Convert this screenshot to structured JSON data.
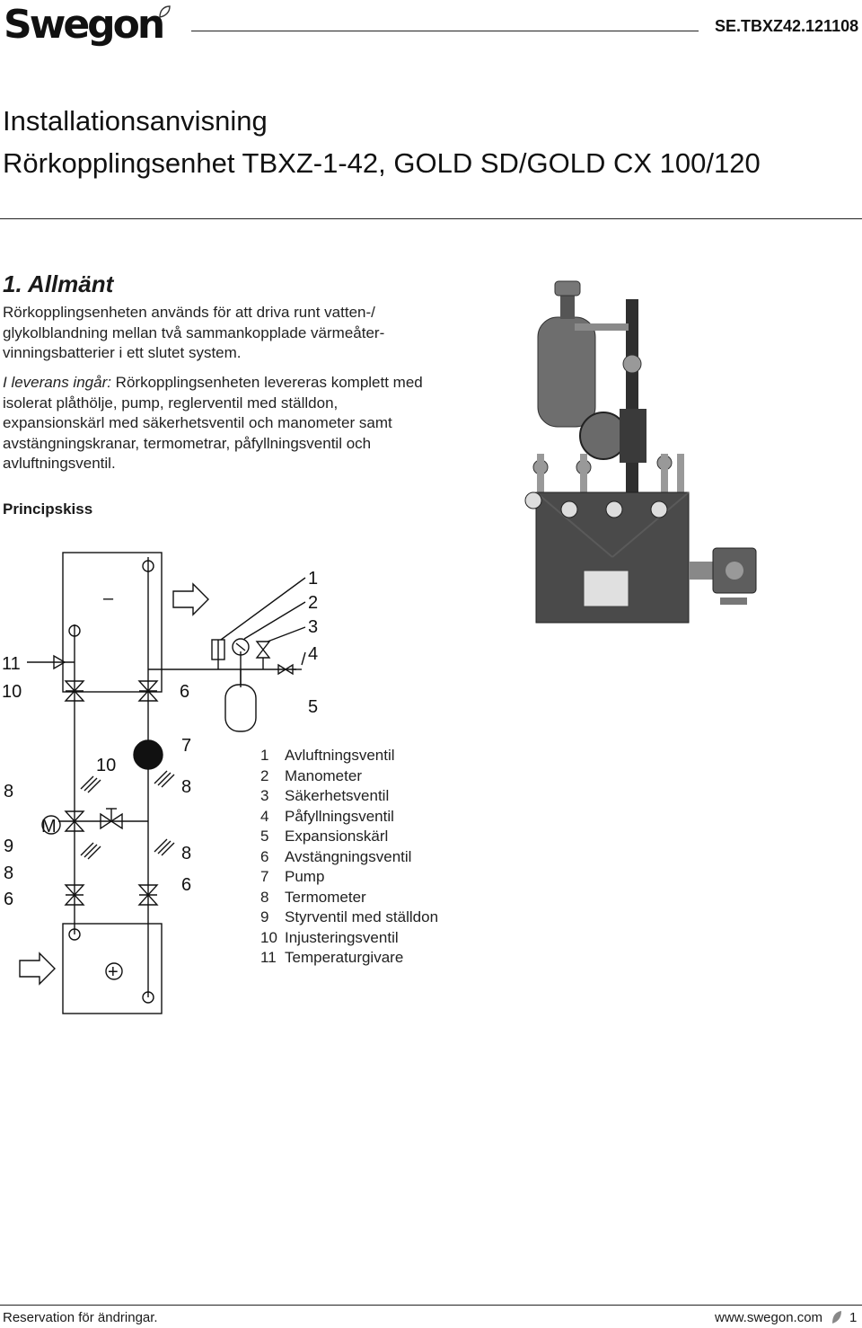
{
  "header": {
    "logo_text": "Swegon",
    "doc_code": "SE.TBXZ42.121108"
  },
  "title": {
    "line1": "Installationsanvisning",
    "line2": "Rörkopplingsenhet TBXZ-1-42, GOLD SD/GOLD CX 100/120"
  },
  "section": {
    "heading": "1. Allmänt",
    "para1": "Rörkopplingsenheten används för att driva runt vatten-/ glykolblandning mellan två sammankopplade värmeåter-vinningsbatterier i ett slutet system.",
    "para2_lead": "I leverans ingår:",
    "para2_body": " Rörkopplingsenheten levereras komplett med isolerat plåthölje, pump, reglerventil med ställdon, expansionskärl med säkerhetsventil och manometer samt avstängningskranar, termometrar, påfyllningsventil och avluftningsventil.",
    "diagram_heading": "Principskiss"
  },
  "schematic": {
    "upper_box_sign": "–",
    "lower_box_sign": "+",
    "valve_motor_label": "M",
    "callouts": {
      "c1": "1",
      "c2": "2",
      "c3": "3",
      "c4": "4",
      "c5": "5",
      "c6_top": "6",
      "c7": "7",
      "c8_a": "8",
      "c8_b": "8",
      "c6_b": "6",
      "c11": "11",
      "c10_left": "10",
      "c8_left": "8",
      "c10_mid": "10",
      "c9": "9",
      "c8_left_b": "8",
      "c6_left": "6"
    }
  },
  "legend": [
    {
      "num": "1",
      "label": "Avluftningsventil"
    },
    {
      "num": "2",
      "label": "Manometer"
    },
    {
      "num": "3",
      "label": "Säkerhetsventil"
    },
    {
      "num": "4",
      "label": "Påfyllningsventil"
    },
    {
      "num": "5",
      "label": "Expansionskärl"
    },
    {
      "num": "6",
      "label": "Avstängningsventil"
    },
    {
      "num": "7",
      "label": "Pump"
    },
    {
      "num": "8",
      "label": "Termometer"
    },
    {
      "num": "9",
      "label": "Styrventil med ställdon"
    },
    {
      "num": "10",
      "label": "Injusteringsventil"
    },
    {
      "num": "11",
      "label": "Temperaturgivare"
    }
  ],
  "footer": {
    "left": "Reservation för ändringar.",
    "url": "www.swegon.com",
    "page": "1"
  },
  "colors": {
    "text": "#1a1a1a",
    "photo_body": "#4a4a4a",
    "expansion_tank": "#6e6e6e"
  }
}
